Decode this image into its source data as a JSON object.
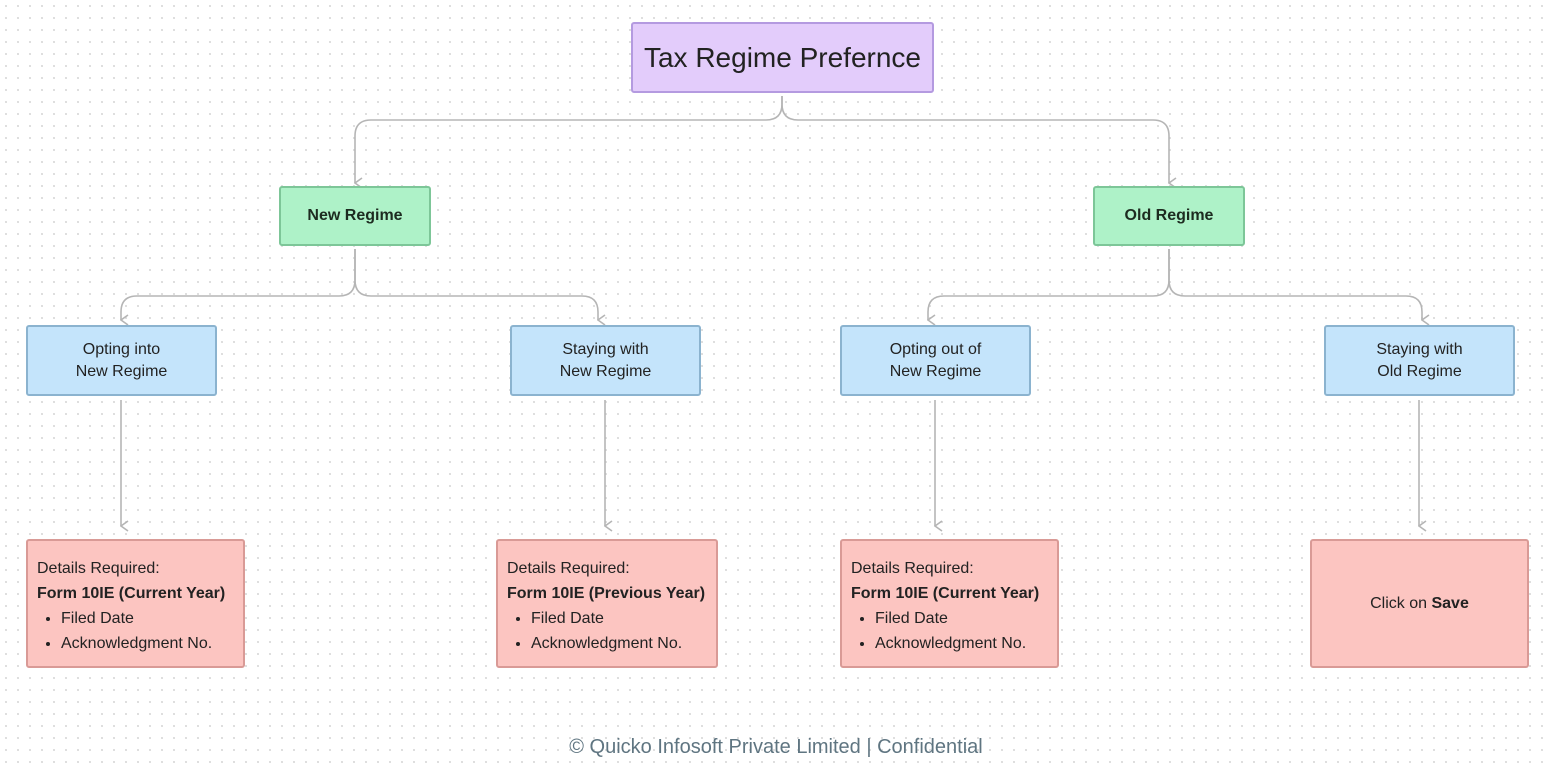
{
  "diagram": {
    "root": {
      "label": "Tax Regime Prefernce"
    },
    "new_regime": {
      "label": "New Regime",
      "opting_into": {
        "line1": "Opting into",
        "line2": "New Regime"
      },
      "staying_with": {
        "line1": "Staying with",
        "line2": "New Regime"
      }
    },
    "old_regime": {
      "label": "Old Regime",
      "opting_out": {
        "line1": "Opting out of",
        "line2": "New Regime"
      },
      "staying_with": {
        "line1": "Staying with",
        "line2": "Old Regime"
      }
    },
    "details": [
      {
        "heading": "Details Required:",
        "form": "Form 10IE (Current Year)",
        "items": [
          "Filed Date",
          "Acknowledgment No."
        ]
      },
      {
        "heading": "Details Required:",
        "form": "Form 10IE (Previous Year)",
        "items": [
          "Filed Date",
          "Acknowledgment No."
        ]
      },
      {
        "heading": "Details Required:",
        "form": "Form 10IE (Current Year)",
        "items": [
          "Filed Date",
          "Acknowledgment No."
        ]
      }
    ],
    "save_action": {
      "prefix": "Click on ",
      "action": "Save"
    }
  },
  "footer": {
    "text": "© Quicko Infosoft Private Limited | Confidential"
  },
  "colors": {
    "root_fill": "#e3ccfb",
    "regime_fill": "#aef2c8",
    "option_fill": "#c4e4fb",
    "detail_fill": "#fcc5c1",
    "connector": "#b5b5b5"
  }
}
